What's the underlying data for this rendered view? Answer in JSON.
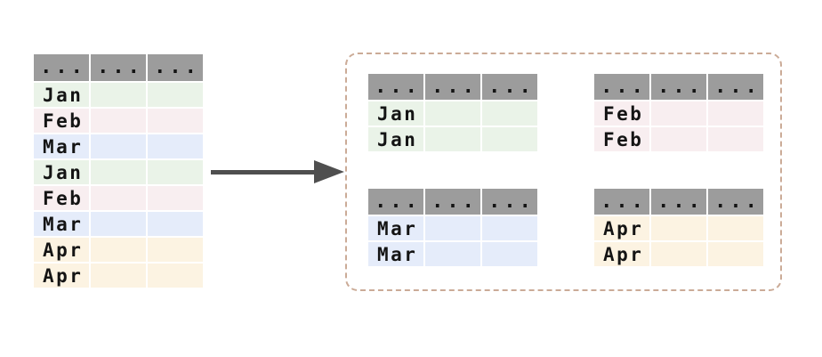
{
  "figure": {
    "kind": "split-into-groups-diagram"
  },
  "source_table": {
    "header": [
      "...",
      "...",
      "..."
    ],
    "rows": [
      "Jan",
      "Feb",
      "Mar",
      "Jan",
      "Feb",
      "Mar",
      "Apr",
      "Apr"
    ]
  },
  "group_tables": [
    {
      "id": "jan",
      "header": [
        "...",
        "...",
        "..."
      ],
      "rows": [
        "Jan",
        "Jan"
      ]
    },
    {
      "id": "feb",
      "header": [
        "...",
        "...",
        "..."
      ],
      "rows": [
        "Feb",
        "Feb"
      ]
    },
    {
      "id": "mar",
      "header": [
        "...",
        "...",
        "..."
      ],
      "rows": [
        "Mar",
        "Mar"
      ]
    },
    {
      "id": "apr",
      "header": [
        "...",
        "...",
        "..."
      ],
      "rows": [
        "Apr",
        "Apr"
      ]
    }
  ],
  "colors": {
    "header_gray": "#9c9c9c",
    "jan_green": "#eaf3e8",
    "feb_pink": "#f8eef0",
    "mar_blue": "#e5ecfa",
    "apr_cream": "#fcf3e2",
    "arrow_gray": "#4f4f4f",
    "panel_border_tan": "#cbab97"
  }
}
